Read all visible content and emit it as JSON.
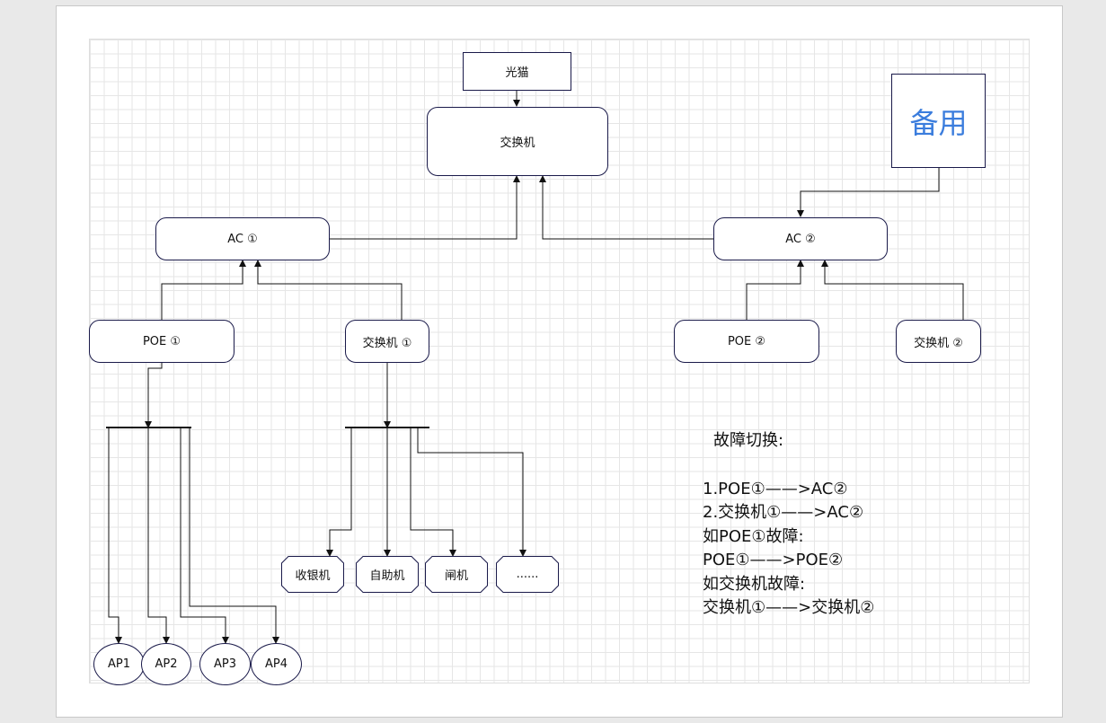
{
  "nodes": {
    "modem": "光猫",
    "core_switch": "交换机",
    "backup": "备用",
    "ac1": "AC ①",
    "ac2": "AC ②",
    "poe1": "POE ①",
    "switch1": "交换机 ①",
    "poe2": "POE ②",
    "switch2": "交换机 ②",
    "aps": [
      "AP1",
      "AP2",
      "AP3",
      "AP4"
    ],
    "devices": [
      "收银机",
      "自助机",
      "闸机",
      "......"
    ]
  },
  "failover": {
    "title": "故障切换:",
    "lines": [
      "1.POE①——>AC②",
      "2.交换机①——>AC②",
      "如POE①故障:",
      "POE①——>POE②",
      "如交换机故障:",
      "交换机①——>交换机②"
    ]
  },
  "colors": {
    "stroke": "#1a1a4a",
    "accent_text": "#3b7ddd"
  }
}
